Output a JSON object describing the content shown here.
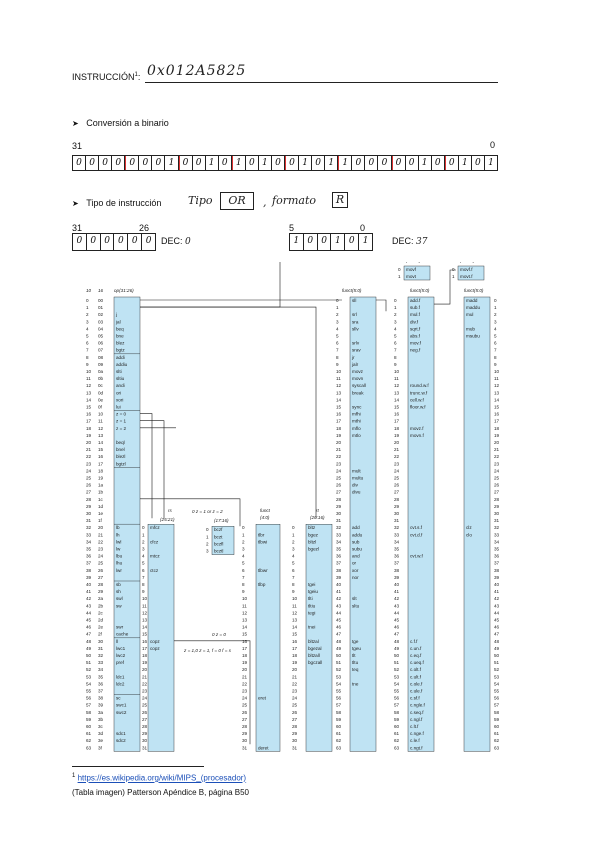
{
  "heading": {
    "label": "INSTRUCCIÓN",
    "footnote_mark": "1",
    "colon": ":",
    "value": "0x012A5825"
  },
  "section1": {
    "bullet": "➤",
    "title": "Conversión a binario",
    "msb": "31",
    "lsb": "0",
    "bits": [
      "0",
      "0",
      "0",
      "0",
      "0",
      "0",
      "0",
      "1",
      "0",
      "0",
      "1",
      "0",
      "1",
      "0",
      "1",
      "0",
      "0",
      "1",
      "0",
      "1",
      "1",
      "0",
      "0",
      "0",
      "0",
      "0",
      "1",
      "0",
      "0",
      "1",
      "0",
      "1"
    ]
  },
  "section2": {
    "bullet": "➤",
    "title": "Tipo de instrucción",
    "tipo_word": "Tipo",
    "tipo_value": "OR",
    "comma": ",",
    "formato_word": "formato",
    "formato_value": "R"
  },
  "opcode": {
    "msb": "31",
    "lsb": "26",
    "bits": [
      "0",
      "0",
      "0",
      "0",
      "0",
      "0"
    ],
    "dec_label": "DEC:",
    "dec_value": "0"
  },
  "funct": {
    "msb": "5",
    "lsb": "0",
    "bits": [
      "1",
      "0",
      "0",
      "1",
      "0",
      "1"
    ],
    "dec_label": "DEC:",
    "dec_value": "37"
  },
  "footnotes": {
    "mark": "1",
    "link": "https://es.wikipedia.org/wiki/MIPS_(procesador)",
    "source": "(Tabla imagen) Patterson Apéndice B, página B50"
  },
  "table": {
    "colors": {
      "fill": "#bfe3f3",
      "line": "#1a1a1a"
    },
    "col_dec": [
      "0",
      "1",
      "2",
      "3",
      "4",
      "5",
      "6",
      "7",
      "8",
      "9",
      "10",
      "11",
      "12",
      "13",
      "14",
      "15",
      "16",
      "17",
      "18",
      "19",
      "20",
      "21",
      "22",
      "23",
      "24",
      "25",
      "26",
      "27",
      "28",
      "29",
      "30",
      "31",
      "32",
      "33",
      "34",
      "35",
      "36",
      "37",
      "38",
      "39",
      "40",
      "41",
      "42",
      "43",
      "44",
      "45",
      "46",
      "47",
      "48",
      "49",
      "50",
      "51",
      "52",
      "53",
      "54",
      "55",
      "56",
      "57",
      "58",
      "59",
      "60",
      "61",
      "62",
      "63"
    ],
    "col_hex": [
      "00",
      "01",
      "02",
      "03",
      "04",
      "05",
      "06",
      "07",
      "08",
      "09",
      "0a",
      "0b",
      "0c",
      "0d",
      "0e",
      "0f",
      "10",
      "11",
      "12",
      "13",
      "14",
      "15",
      "16",
      "17",
      "18",
      "19",
      "1a",
      "1b",
      "1c",
      "1d",
      "1e",
      "1f",
      "20",
      "21",
      "22",
      "23",
      "24",
      "25",
      "26",
      "27",
      "28",
      "29",
      "2a",
      "2b",
      "2c",
      "2d",
      "2e",
      "2f",
      "30",
      "31",
      "32",
      "33",
      "34",
      "35",
      "36",
      "37",
      "38",
      "39",
      "3a",
      "3b",
      "3c",
      "3d",
      "3e",
      "3f"
    ],
    "col_hdr_10": "10",
    "col_hdr_16": "16",
    "op_header": "op(31:26)",
    "op": [
      "",
      "",
      "j",
      "jal",
      "beq",
      "bne",
      "blez",
      "bgtz",
      "addi",
      "addiu",
      "slti",
      "sltiu",
      "andi",
      "ori",
      "xori",
      "lui",
      "z = 0",
      "z = 1",
      "z = 2",
      "",
      "beql",
      "bnel",
      "blezl",
      "bgtzl",
      "",
      "",
      "",
      "",
      "",
      "",
      "",
      "",
      "lb",
      "lh",
      "lwl",
      "lw",
      "lbu",
      "lhu",
      "lwr",
      "",
      "sb",
      "sh",
      "swl",
      "sw",
      "",
      "",
      "swr",
      "cache",
      "ll",
      "lwc1",
      "lwc2",
      "pref",
      "",
      "ldc1",
      "ldc2",
      "",
      "sc",
      "swc1",
      "swc2",
      "",
      "",
      "sdc1",
      "sdc2",
      ""
    ],
    "funct_header": "funct(5:0)",
    "funct": [
      "sll",
      "",
      "srl",
      "sra",
      "sllv",
      "",
      "srlv",
      "srav",
      "jr",
      "jalr",
      "movz",
      "movn",
      "syscall",
      "break",
      "",
      "sync",
      "mfhi",
      "mthi",
      "mflo",
      "mtlo",
      "",
      "",
      "",
      "",
      "mult",
      "multu",
      "div",
      "divu",
      "",
      "",
      "",
      "",
      "add",
      "addu",
      "sub",
      "subu",
      "and",
      "or",
      "xor",
      "nor",
      "",
      "",
      "slt",
      "sltu",
      "",
      "",
      "",
      "",
      "tge",
      "tgeu",
      "tlt",
      "tltu",
      "teq",
      "",
      "tne",
      "",
      "",
      "",
      "",
      "",
      "",
      "",
      "",
      ""
    ],
    "rs_header": "rs",
    "rs_range": "(25:21)",
    "rs": [
      "mfcz",
      "",
      "cfcz",
      "",
      "mtcz",
      "",
      "ctcz",
      "",
      "",
      "",
      "",
      "",
      "",
      "",
      "",
      "",
      "copz",
      "copz",
      "",
      "",
      "",
      "",
      "",
      "",
      "",
      "",
      "",
      "",
      "",
      "",
      "",
      ""
    ],
    "rs_note": "0 z = 1 or z = 2",
    "rs16_header": "(17:16)",
    "rs16": [
      "bczf",
      "bczt",
      "bczfl",
      "bcztl"
    ],
    "rt_header": "rt",
    "rt_range": "(20:16)",
    "rt": [
      "bltz",
      "bgez",
      "bltzl",
      "bgezl",
      "",
      "",
      "",
      "",
      "tgei",
      "tgeiu",
      "tlti",
      "tltiu",
      "tegi",
      "",
      "tnei",
      "",
      "bltzal",
      "bgezal",
      "bltzall",
      "bgczall",
      "",
      "",
      "",
      "",
      "",
      "",
      "",
      "",
      "",
      "",
      "",
      ""
    ],
    "cop_header": "funct",
    "cop_range": "(4:0)",
    "cop": [
      "",
      "tlbr",
      "tlbwi",
      "",
      "",
      "",
      "tlbwr",
      "",
      "tlbp",
      "",
      "",
      "",
      "",
      "",
      "",
      "",
      "",
      "",
      "",
      "",
      "",
      "",
      "",
      "",
      "eret",
      "",
      "",
      "",
      "",
      "",
      "",
      "deret"
    ],
    "copz_note": "0 z = 0",
    "copz1_note": "z = 1,0 z = 1, f = 0  f = s",
    "fp_header": "funct(5:0)",
    "fp": [
      "add.f",
      "sub.f",
      "mul.f",
      "div.f",
      "sqrt.f",
      "abs.f",
      "mov.f",
      "neg.f",
      "",
      "",
      "",
      "",
      "round.w.f",
      "trunc.w.f",
      "cell.w.f",
      "floor.w.f",
      "",
      "",
      "movz.f",
      "movn.f",
      "",
      "",
      "",
      "",
      "",
      "",
      "",
      "",
      "",
      "",
      "",
      "",
      "cvt.s.f",
      "cvt.d.f",
      "",
      "",
      "cvt.w.f",
      "",
      "",
      "",
      "",
      "",
      "",
      "",
      "",
      "",
      "",
      "",
      "c.f.f",
      "c.un.f",
      "c.eq.f",
      "c.ueq.f",
      "c.olt.f",
      "c.ult.f",
      "c.ole.f",
      "c.ule.f",
      "c.sf.f",
      "c.ngle.f",
      "c.seq.f",
      "c.ngl.f",
      "c.lt.f",
      "c.nge.f",
      "c.le.f",
      "c.ngt.f"
    ],
    "mov_header": "(16:16)",
    "mov": [
      "movf",
      "movt"
    ],
    "movf_header": "(16:16)",
    "movf": [
      "movf.f",
      "movt.f"
    ],
    "sp2_header": "funct(5:0)",
    "sp2": [
      "madd",
      "maddu",
      "mul",
      "",
      "mub",
      "msubu",
      "",
      "",
      "",
      "",
      "",
      "",
      "",
      "",
      "",
      "",
      "",
      "",
      "",
      "",
      "",
      "",
      "",
      "",
      "",
      "",
      "",
      "",
      "",
      "",
      "",
      "",
      "clz",
      "clo"
    ]
  }
}
